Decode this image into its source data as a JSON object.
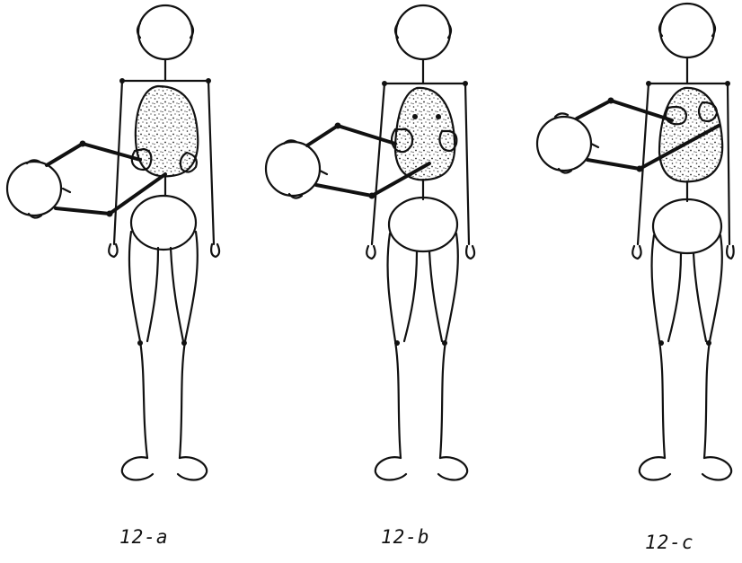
{
  "figure": {
    "panels": [
      {
        "id": "a",
        "caption": "12-a"
      },
      {
        "id": "b",
        "caption": "12-b"
      },
      {
        "id": "c",
        "caption": "12-c"
      }
    ]
  }
}
